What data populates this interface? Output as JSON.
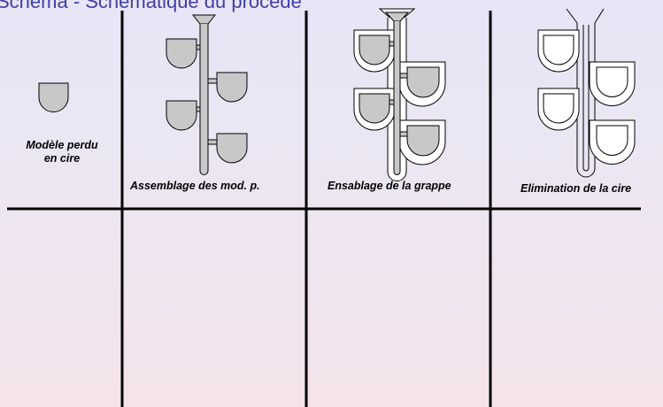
{
  "title": "Schéma - Schématique du procédé",
  "captions": {
    "stage1_line1": "Modèle perdu",
    "stage1_line2": "en cire",
    "stage2": "Assemblage des mod. p.",
    "stage3": "Ensablage de la grappe",
    "stage4": "Elimination de la cire"
  },
  "colors": {
    "title": "#3f3fa6",
    "wax": "#c8c8c8",
    "lines": "#000000"
  }
}
